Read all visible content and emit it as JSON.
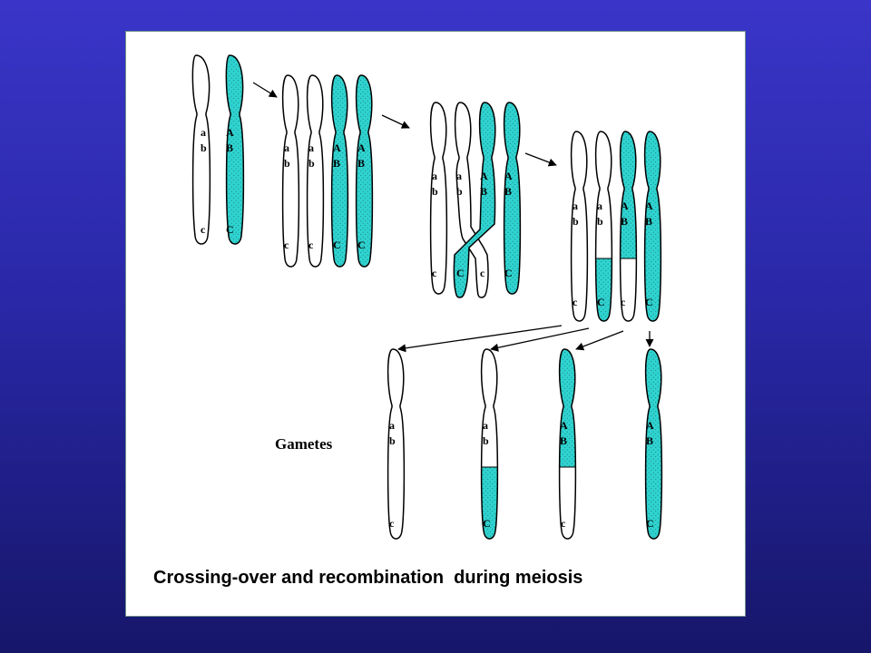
{
  "colors": {
    "homolog_a": "#ffffff",
    "homolog_b": "#2fd3d0",
    "outline": "#000000",
    "stipple": "#1a7f7d"
  },
  "gene_labels": {
    "lower": [
      "a",
      "b",
      "c"
    ],
    "upper": [
      "A",
      "B",
      "C"
    ]
  },
  "labels": {
    "gametes": "Gametes"
  },
  "caption": "Crossing-over and recombination  during meiosis",
  "stages": [
    {
      "name": "homologous-pair",
      "chromatids": [
        "white",
        "teal"
      ]
    },
    {
      "name": "replicated-pair",
      "chromatids": [
        "white",
        "white",
        "teal",
        "teal"
      ]
    },
    {
      "name": "crossing-over",
      "chromatids": [
        "white",
        "white-crossing",
        "teal-crossing",
        "teal"
      ]
    },
    {
      "name": "recombined-chromatids",
      "chromatids": [
        "white",
        "white-teal",
        "teal-white",
        "teal"
      ]
    }
  ],
  "gametes": [
    "a b c",
    "a b C",
    "A B c",
    "A B C"
  ]
}
